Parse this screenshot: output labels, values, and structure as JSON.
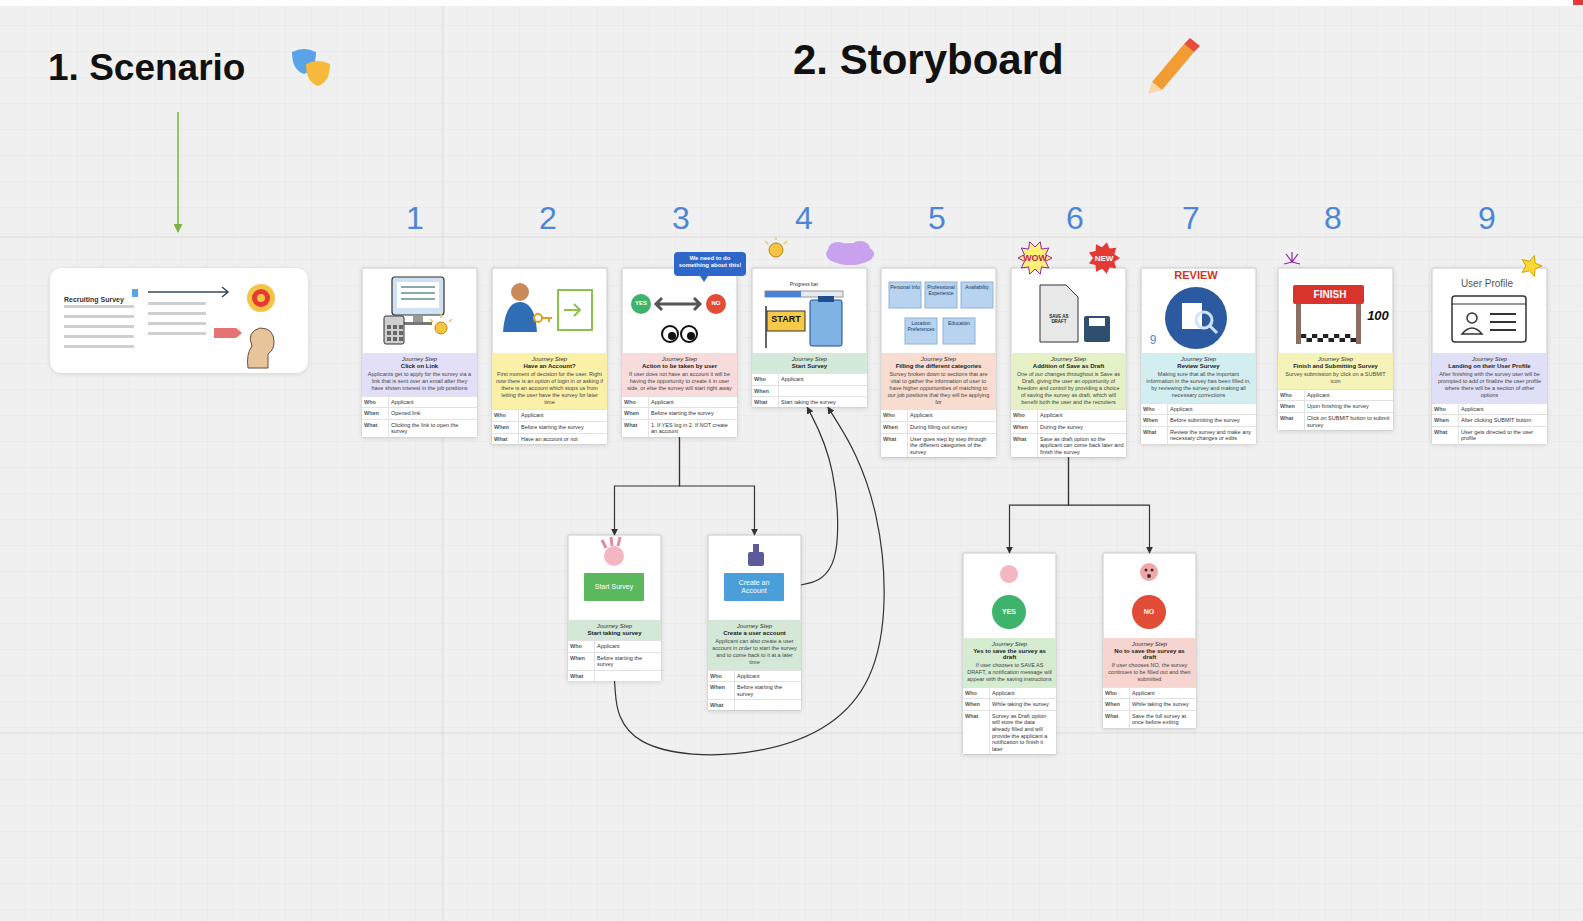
{
  "diagram": {
    "nodes": [
      {
        "text": [
          "Recruiting Survey"
        ]
      },
      {
        "text": [
          "Journey Step",
          "Click on Link",
          "Applicants get to apply for the survey via a link that is sent over an email after they have shown interest in the job positions"
        ]
      },
      {
        "text": [
          "Journey Step",
          "Have an Account?",
          "First moment of decision for the user. Right now there is an option of login in or asking if there is an account which stops us from letting the user have the survey for later time"
        ]
      },
      {
        "text": [
          "Journey Step",
          "Action to be taken by user",
          "If user does not have an account it will be having the opportunity to create it in user side, or else the survey will start right away"
        ]
      },
      {
        "text": [
          "Journey Step",
          "Start Survey"
        ]
      },
      {
        "text": [
          "Journey Step",
          "Filling the different categories",
          "Survey broken down to sections that are vital to gather the information of user to have higher opportunities of matching to our job positions that they will be applying for"
        ]
      },
      {
        "text": [
          "Journey Step",
          "Addition of Save as Draft",
          "One of our changes throughout is Save as Draft, giving the user an opportunity of freedom and control by providing a choice of saving the survey as draft, which will benefit both the user and the recruiters"
        ]
      },
      {
        "text": [
          "Journey Step",
          "Review Survey",
          "Making sure that all the important information in the survey has been filled in, by reviewing the survey and making all necessary corrections"
        ]
      },
      {
        "text": [
          "Journey Step",
          "Finish and Submitting Survey",
          "Survey submission by click on a SUBMIT icon"
        ]
      },
      {
        "text": [
          "Journey Step",
          "Landing on their User Profile",
          "After finishing with the survey user will be prompted to add or finalize the user profile where there will be a section of other options"
        ]
      },
      {
        "text": [
          "Journey Step",
          "Start taking survey"
        ]
      },
      {
        "text": [
          "Start Survey"
        ],
        "in": 10
      },
      {
        "text": [
          "Journey Step",
          "Create a user account",
          "Applicant can also create a user account in order to start the survey and to come back to it at a later time"
        ]
      },
      {
        "text": [
          "Create an Account"
        ],
        "in": 12
      },
      {
        "text": [
          "Journey Step",
          "Yes to save the survey as draft",
          "If user chooses to SAVE AS DRAFT, a notification message will appear with the saving instructions"
        ]
      },
      {
        "text": [
          "YES"
        ],
        "in": 14
      },
      {
        "text": [
          "Journey Step",
          "No to save the survey as draft",
          "If user chooses NO, the survey continues to be filled out and then submitted"
        ]
      },
      {
        "text": [
          "NO"
        ],
        "in": 16
      }
    ],
    "edges": [
      {
        "from": 3,
        "to": 10,
        "arrow": "to"
      },
      {
        "from": 3,
        "to": 12,
        "arrow": "to"
      },
      {
        "from": 12,
        "to": 4,
        "arrow": "to"
      },
      {
        "from": 10,
        "to": 4,
        "arrow": "to"
      },
      {
        "from": 6,
        "to": 14,
        "arrow": "to"
      },
      {
        "from": 6,
        "to": 16,
        "arrow": "to"
      }
    ],
    "labels": [
      "1. Scenario",
      "2. Storyboard",
      "1",
      "2",
      "3",
      "4",
      "5",
      "6",
      "7",
      "8",
      "9",
      "We need to do something about this!",
      "YES",
      "NO",
      "Progress bar",
      "START",
      "Personal Info",
      "Professional Experience",
      "Availability",
      "Location Preferences",
      "Education",
      "WOW",
      "NEW",
      "SAVE AS DRAFT",
      "REVIEW",
      "9",
      "FINISH",
      "100",
      "User Profile",
      "Who",
      "Applicant",
      "When",
      "Opened link",
      "What",
      "Clicking the link to open the survey",
      "Who",
      "Applicant",
      "When",
      "Before starting the survey",
      "What",
      "Have an account or not",
      "Who",
      "Applicant",
      "When",
      "Before starting the survey",
      "What",
      "1. If YES log in 2. If NOT create an account",
      "Who",
      "Applicant",
      "When",
      "What",
      "Start taking the survey",
      "Who",
      "Applicant",
      "When",
      "During filling out survey",
      "What",
      "User goes step by step through the different categories of the survey",
      "Who",
      "Applicant",
      "When",
      "During the survey",
      "What",
      "Save as draft option so the applicant can come back later and finish the survey",
      "Who",
      "Applicant",
      "When",
      "Before submitting the survey",
      "What",
      "Review the survey and make any necessary changes or edits",
      "Who",
      "Applicant",
      "When",
      "Upon finishing the survey",
      "What",
      "Click on SUBMIT button to submit survey",
      "Who",
      "Applicant",
      "When",
      "After clicking SUBMIT button",
      "What",
      "User gets directed to the user profile",
      "Who",
      "Applicant",
      "When",
      "Before starting the survey",
      "What",
      "Who",
      "Applicant",
      "When",
      "Before starting the survey",
      "What",
      "Who",
      "Applicant",
      "When",
      "While taking the survey",
      "What",
      "Survey as Draft option will store the data already filled and will provide the applicant a notification to finish it later",
      "Who",
      "Applicant",
      "When",
      "While taking the survey",
      "What",
      "Save the full survey at once before exiting"
    ]
  }
}
